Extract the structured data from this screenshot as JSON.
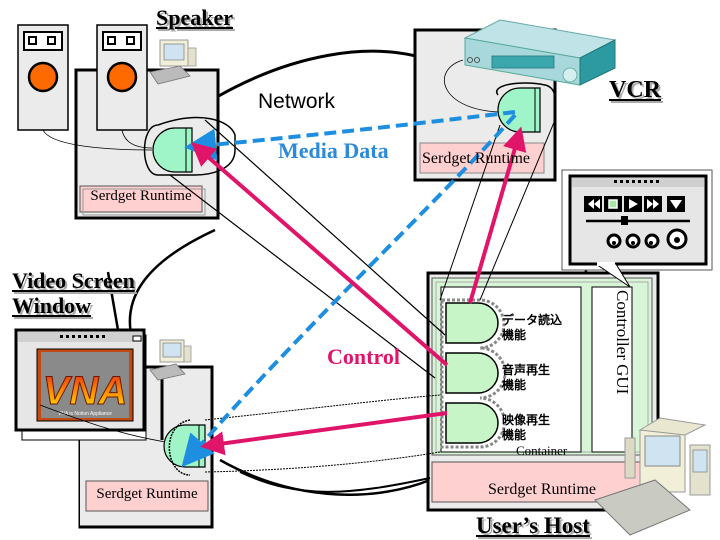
{
  "labels": {
    "speaker": "Speaker",
    "vcr": "VCR",
    "network": "Network",
    "media_data": "Media Data",
    "control": "Control",
    "video_screen_line1": "Video Screen",
    "video_screen_line2": "Window",
    "users_host": "User’s Host",
    "controller_gui": "Controller GUI",
    "container": "Container"
  },
  "hosts": {
    "speaker_host": {
      "runtime_label": "Serdget Runtime"
    },
    "vcr_host": {
      "runtime_label": "Serdget Runtime"
    },
    "video_host": {
      "runtime_label": "Serdget Runtime"
    },
    "user_host": {
      "runtime_label": "Serdget Runtime"
    }
  },
  "container_functions": [
    {
      "line1": "データ読込",
      "line2": "機能"
    },
    {
      "line1": "音声再生",
      "line2": "機能"
    },
    {
      "line1": "映像再生",
      "line2": "機能"
    }
  ],
  "video_window": {
    "logo_text": "VNA",
    "logo_caption": "VNA is Notion Appliance"
  },
  "colors": {
    "media_data": "#1e8fe0",
    "control": "#e0156a",
    "serdget_body": "#9ff5c8",
    "runtime_bg": "#ffd0d0",
    "host_bg": "#ebebeb",
    "container_bg": "#d8f5d8",
    "speaker_cone": "#ff6a00"
  }
}
